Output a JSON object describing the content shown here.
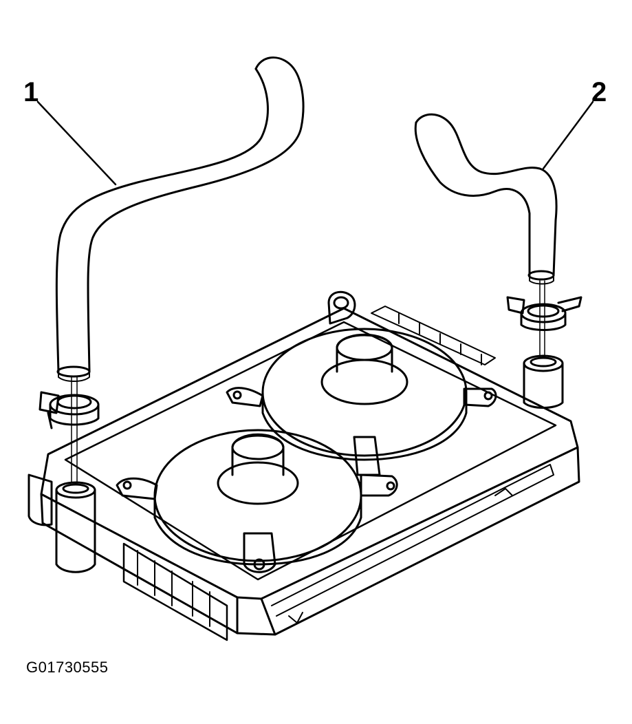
{
  "callouts": [
    {
      "number": "1"
    },
    {
      "number": "2"
    }
  ],
  "figure_id": "G01730555",
  "colors": {
    "line": "#000000",
    "background": "#ffffff"
  }
}
